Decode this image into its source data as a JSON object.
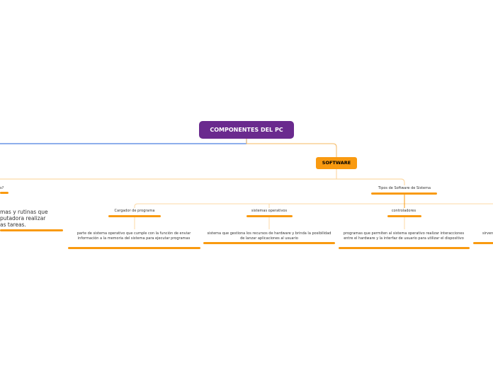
{
  "root": {
    "label": "COMPONENTES DEL PC",
    "color": "#6a2a8e"
  },
  "software": {
    "label": "SOFTWARE",
    "color": "#f99a10"
  },
  "left_partial": {
    "question": "s?",
    "text_lines": [
      "mas y rutinas que",
      "putadora realizar",
      "as tareas."
    ]
  },
  "tipos": {
    "label": "Tipos de Software de Sistema"
  },
  "children": [
    {
      "label": "Cargador de programa",
      "desc": "parte de sistema operativo que cumple con la función de enviar información a la memoria del sistema para ejecutar programas"
    },
    {
      "label": "sistemas operativos",
      "desc": "sistema que gestiona los recursos de hardware y brinda la posibilidad de lanzar aplicaciones al usuario"
    },
    {
      "label": "controladores",
      "desc": "programas que permiten al sistema operativo realizar interacciones entre el hardware y la interfaz de usuario para utilizar el dispositivo"
    },
    {
      "label": "",
      "desc": "sirven"
    }
  ]
}
